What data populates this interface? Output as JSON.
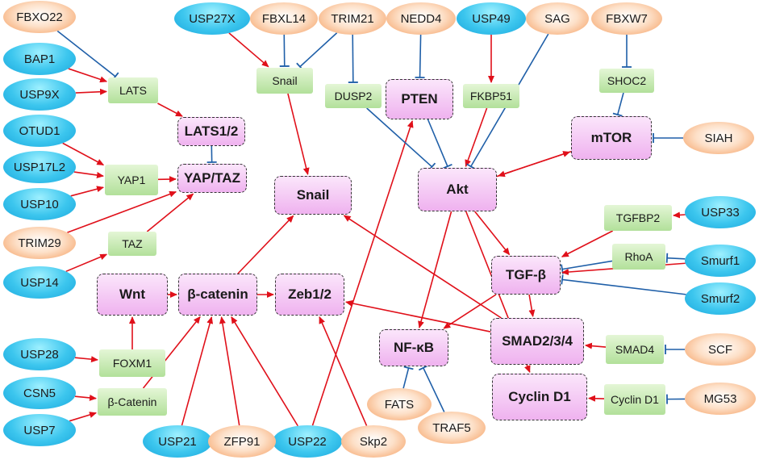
{
  "nodes": {
    "FBXO22": "FBXO22",
    "BAP1": "BAP1",
    "USP9X": "USP9X",
    "OTUD1": "OTUD1",
    "USP17L2": "USP17L2",
    "USP10": "USP10",
    "TRIM29": "TRIM29",
    "USP14": "USP14",
    "USP28": "USP28",
    "CSN5": "CSN5",
    "USP7": "USP7",
    "USP27X": "USP27X",
    "FBXL14": "FBXL14",
    "TRIM21": "TRIM21",
    "NEDD4": "NEDD4",
    "USP49": "USP49",
    "SAG": "SAG",
    "FBXW7": "FBXW7",
    "SIAH": "SIAH",
    "USP33": "USP33",
    "Smurf1": "Smurf1",
    "Smurf2": "Smurf2",
    "SCF": "SCF",
    "MG53": "MG53",
    "USP21": "USP21",
    "ZFP91": "ZFP91",
    "USP22": "USP22",
    "Skp2": "Skp2",
    "FATS": "FATS",
    "TRAF5": "TRAF5",
    "LATS": "LATS",
    "YAP1": "YAP1",
    "TAZ": "TAZ",
    "Snail_s": "Snail",
    "DUSP2": "DUSP2",
    "FKBP51": "FKBP51",
    "SHOC2": "SHOC2",
    "TGFBP2": "TGFBP2",
    "RhoA": "RhoA",
    "SMAD4": "SMAD4",
    "CyclinD1_s": "Cyclin D1",
    "FOXM1": "FOXM1",
    "bCatenin_s": "β-Catenin",
    "LATS12": "LATS1/2",
    "YAPTAZ": "YAP/TAZ",
    "Snail": "Snail",
    "PTEN": "PTEN",
    "Akt": "Akt",
    "mTOR": "mTOR",
    "TGFb": "TGF-β",
    "Wnt": "Wnt",
    "bcatenin": "β-catenin",
    "Zeb": "Zeb1/2",
    "NFkB": "NF-κB",
    "SMAD": "SMAD2/3/4",
    "CyclinD1": "Cyclin D1"
  },
  "colors": {
    "activation": "#e0101a",
    "inhibition": "#1f5fa8"
  },
  "edges": [
    {
      "from": "FBXO22",
      "to": "LATS",
      "type": "inhibition"
    },
    {
      "from": "BAP1",
      "to": "LATS",
      "type": "activation"
    },
    {
      "from": "USP9X",
      "to": "LATS",
      "type": "activation"
    },
    {
      "from": "LATS",
      "to": "LATS12",
      "type": "activation"
    },
    {
      "from": "LATS12",
      "to": "YAPTAZ",
      "type": "inhibition"
    },
    {
      "from": "OTUD1",
      "to": "YAP1",
      "type": "activation"
    },
    {
      "from": "USP17L2",
      "to": "YAP1",
      "type": "activation"
    },
    {
      "from": "USP10",
      "to": "YAP1",
      "type": "activation"
    },
    {
      "from": "YAP1",
      "to": "YAPTAZ",
      "type": "activation"
    },
    {
      "from": "TRIM29",
      "to": "YAPTAZ",
      "type": "activation"
    },
    {
      "from": "TAZ",
      "to": "YAPTAZ",
      "type": "activation"
    },
    {
      "from": "USP14",
      "to": "TAZ",
      "type": "activation"
    },
    {
      "from": "USP28",
      "to": "FOXM1",
      "type": "activation"
    },
    {
      "from": "FOXM1",
      "to": "Wnt",
      "type": "activation"
    },
    {
      "from": "CSN5",
      "to": "bCatenin_s",
      "type": "activation"
    },
    {
      "from": "USP7",
      "to": "bCatenin_s",
      "type": "activation"
    },
    {
      "from": "bCatenin_s",
      "to": "bcatenin",
      "type": "activation"
    },
    {
      "from": "Wnt",
      "to": "bcatenin",
      "type": "activation"
    },
    {
      "from": "bcatenin",
      "to": "Zeb",
      "type": "activation"
    },
    {
      "from": "bcatenin",
      "to": "Snail",
      "type": "activation"
    },
    {
      "from": "USP21",
      "to": "bcatenin",
      "type": "activation"
    },
    {
      "from": "ZFP91",
      "to": "bcatenin",
      "type": "activation"
    },
    {
      "from": "USP22",
      "to": "bcatenin",
      "type": "activation"
    },
    {
      "from": "USP22",
      "to": "PTEN",
      "type": "activation"
    },
    {
      "from": "Skp2",
      "to": "Zeb",
      "type": "activation"
    },
    {
      "from": "USP27X",
      "to": "Snail_s",
      "type": "activation"
    },
    {
      "from": "FBXL14",
      "to": "Snail_s",
      "type": "inhibition"
    },
    {
      "from": "TRIM21",
      "to": "Snail_s",
      "type": "inhibition"
    },
    {
      "from": "Snail_s",
      "to": "Snail",
      "type": "activation"
    },
    {
      "from": "TRIM21",
      "to": "DUSP2",
      "type": "inhibition"
    },
    {
      "from": "DUSP2",
      "to": "Akt",
      "type": "inhibition"
    },
    {
      "from": "NEDD4",
      "to": "PTEN",
      "type": "inhibition"
    },
    {
      "from": "PTEN",
      "to": "Akt",
      "type": "inhibition"
    },
    {
      "from": "USP49",
      "to": "FKBP51",
      "type": "activation"
    },
    {
      "from": "FKBP51",
      "to": "Akt",
      "type": "activation"
    },
    {
      "from": "SAG",
      "to": "Akt",
      "type": "inhibition"
    },
    {
      "from": "FBXW7",
      "to": "SHOC2",
      "type": "inhibition"
    },
    {
      "from": "SHOC2",
      "to": "mTOR",
      "type": "inhibition"
    },
    {
      "from": "SIAH",
      "to": "mTOR",
      "type": "inhibition"
    },
    {
      "from": "Akt",
      "to": "mTOR",
      "type": "activation"
    },
    {
      "from": "mTOR",
      "to": "Akt",
      "type": "activation"
    },
    {
      "from": "Akt",
      "to": "TGFb",
      "type": "activation"
    },
    {
      "from": "Akt",
      "to": "NFkB",
      "type": "activation"
    },
    {
      "from": "Akt",
      "to": "CyclinD1",
      "type": "activation"
    },
    {
      "from": "USP33",
      "to": "TGFBP2",
      "type": "activation"
    },
    {
      "from": "TGFBP2",
      "to": "TGFb",
      "type": "activation"
    },
    {
      "from": "RhoA",
      "to": "TGFb",
      "type": "inhibition"
    },
    {
      "from": "Smurf1",
      "to": "RhoA",
      "type": "inhibition"
    },
    {
      "from": "Smurf1",
      "to": "TGFb",
      "type": "activation"
    },
    {
      "from": "Smurf2",
      "to": "TGFb",
      "type": "inhibition"
    },
    {
      "from": "TGFb",
      "to": "SMAD",
      "type": "activation"
    },
    {
      "from": "TGFb",
      "to": "NFkB",
      "type": "activation"
    },
    {
      "from": "SMAD",
      "to": "Snail",
      "type": "activation"
    },
    {
      "from": "SMAD",
      "to": "Zeb",
      "type": "activation"
    },
    {
      "from": "SMAD4",
      "to": "SMAD",
      "type": "activation"
    },
    {
      "from": "SCF",
      "to": "SMAD4",
      "type": "inhibition"
    },
    {
      "from": "CyclinD1_s",
      "to": "CyclinD1",
      "type": "activation"
    },
    {
      "from": "MG53",
      "to": "CyclinD1_s",
      "type": "inhibition"
    },
    {
      "from": "FATS",
      "to": "NFkB",
      "type": "inhibition"
    },
    {
      "from": "TRAF5",
      "to": "NFkB",
      "type": "inhibition"
    }
  ]
}
